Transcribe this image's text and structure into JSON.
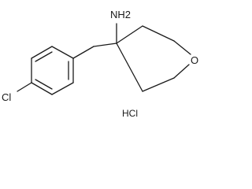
{
  "labels": {
    "amine": "NH2",
    "oxygen": "O",
    "chlorine": "Cl",
    "salt": "HCl"
  }
}
